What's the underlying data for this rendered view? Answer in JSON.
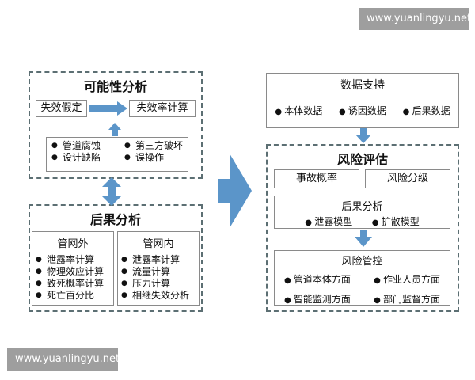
{
  "watermark": {
    "top": "www.yuanlingyu.net",
    "bottom": "www.yuanlingyu.net"
  },
  "left": {
    "feasibility": {
      "title": "可能性分析",
      "failure_assumption": "失效假定",
      "failure_rate_calc": "失效率计算",
      "causes": [
        "管道腐蚀",
        "第三方破坏",
        "设计缺陷",
        "误操作"
      ]
    },
    "consequence": {
      "title": "后果分析",
      "outside": {
        "title": "管网外",
        "items": [
          "泄露率计算",
          "物理效应计算",
          "致死概率计算",
          "死亡百分比"
        ]
      },
      "inside": {
        "title": "管网内",
        "items": [
          "泄露率计算",
          "流量计算",
          "压力计算",
          "相继失效分析"
        ]
      }
    }
  },
  "right": {
    "data_support": {
      "title": "数据支持",
      "items": [
        "本体数据",
        "诱因数据",
        "后果数据"
      ]
    },
    "risk_assessment": {
      "title": "风险评估",
      "accident_probability": "事故概率",
      "risk_grading": "风险分级",
      "consequence_analysis": {
        "title": "后果分析",
        "items": [
          "泄露模型",
          "扩散模型"
        ]
      },
      "risk_control": {
        "title": "风险管控",
        "items": [
          "管道本体方面",
          "作业人员方面",
          "智能监测方面",
          "部门监督方面"
        ]
      }
    }
  }
}
